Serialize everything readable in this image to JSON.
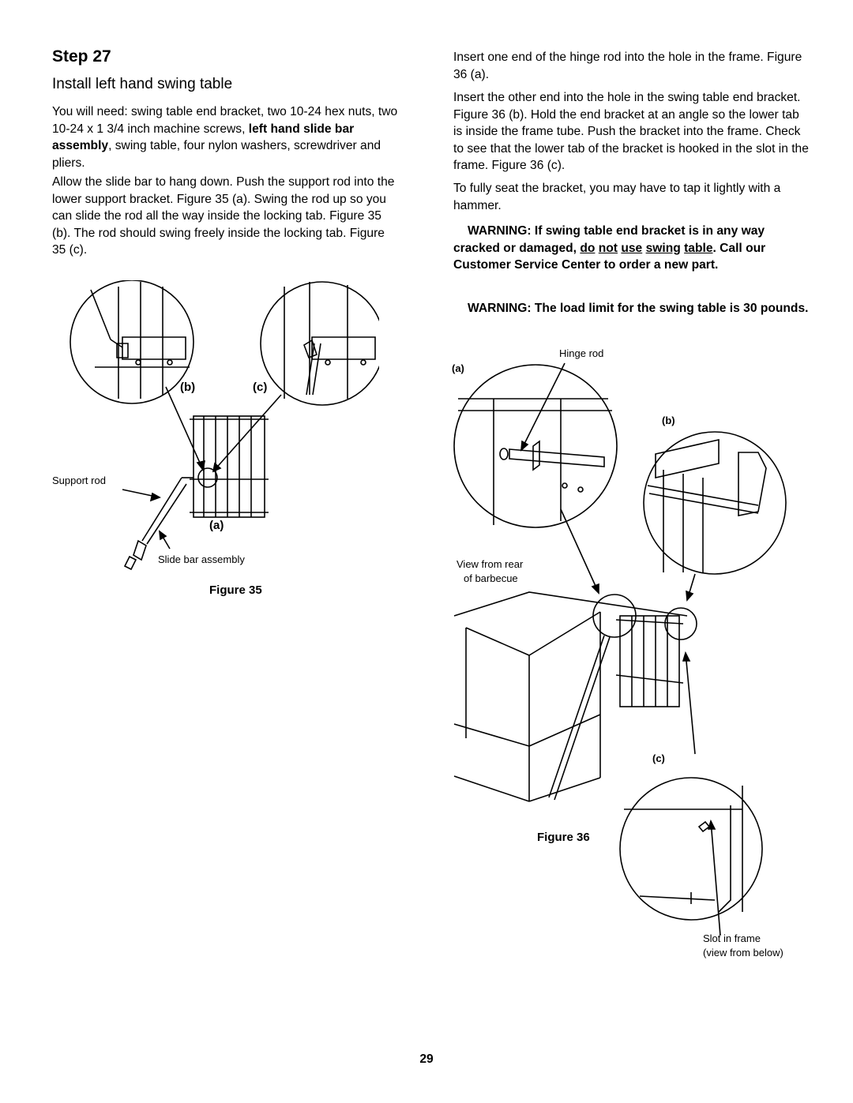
{
  "step": {
    "title": "Step 27",
    "subtitle": "Install left hand swing table"
  },
  "left_column": {
    "para1": {
      "part_a": "You will need:  swing table end bracket, two 10-24 hex nuts, two 10-24 x 1 3/4 inch machine screws, ",
      "bold": "left hand slide bar assembly",
      "part_b": ", swing table, four nylon washers, screwdriver and pliers."
    },
    "para2": "Allow the slide bar to hang down. Push the support rod into the lower support bracket. Figure 35 (a). Swing the rod up so you can slide the rod all the way inside the locking tab. Figure 35 (b). The rod should swing freely inside the locking tab. Figure 35 (c)."
  },
  "right_column": {
    "para3": "Insert one end of the hinge rod into the hole in the frame. Figure 36 (a).",
    "para4": "Insert the other end into the hole in the swing table end bracket. Figure 36 (b). Hold the end bracket at an angle so the lower tab is inside the frame tube. Push the bracket into the frame. Check to see that the lower tab of the bracket is hooked in the slot in the frame. Figure 36 (c).",
    "para5": "To fully seat the bracket, you may have to tap it lightly with a hammer.",
    "warning1": {
      "lead": "WARNING: If swing table end bracket is in any way cracked or damaged, ",
      "u1": "do",
      "u2": "not",
      "u3": "use",
      "u4": "swing",
      "u5": "table",
      "tail": ". Call our Customer Service Center to order a new part."
    },
    "warning2": "WARNING: The load limit for the swing table is 30 pounds."
  },
  "figure35": {
    "caption": "Figure 35",
    "label_b": "(b)",
    "label_c": "(c)",
    "label_a": "(a)",
    "support_rod": "Support rod",
    "slide_bar": "Slide bar assembly"
  },
  "figure36": {
    "caption": "Figure 36",
    "label_a": "(a)",
    "label_b": "(b)",
    "label_c": "(c)",
    "hinge_rod": "Hinge rod",
    "view_rear_1": "View from rear",
    "view_rear_2": "of barbecue",
    "slot_1": "Slot in frame",
    "slot_2": "(view from below)"
  },
  "page_number": "29"
}
